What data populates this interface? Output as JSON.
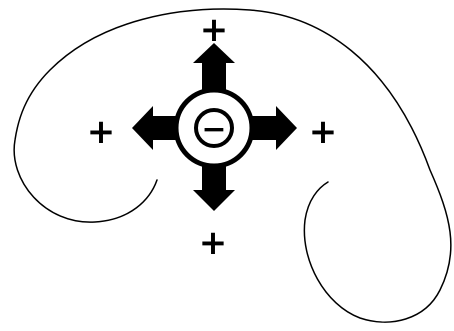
{
  "diagram": {
    "colors": {
      "stroke": "#000000",
      "fill": "#000000",
      "background": "#ffffff"
    },
    "center": {
      "symbol": "−",
      "icon": "minus-circle-icon"
    },
    "arrows": [
      {
        "direction": "up",
        "icon": "arrow-up-icon"
      },
      {
        "direction": "down",
        "icon": "arrow-down-icon"
      },
      {
        "direction": "left",
        "icon": "arrow-left-icon"
      },
      {
        "direction": "right",
        "icon": "arrow-right-icon"
      }
    ],
    "signs": [
      {
        "position": "top",
        "symbol": "+"
      },
      {
        "position": "bottom",
        "symbol": "+"
      },
      {
        "position": "left",
        "symbol": "+"
      },
      {
        "position": "right",
        "symbol": "+"
      }
    ]
  }
}
